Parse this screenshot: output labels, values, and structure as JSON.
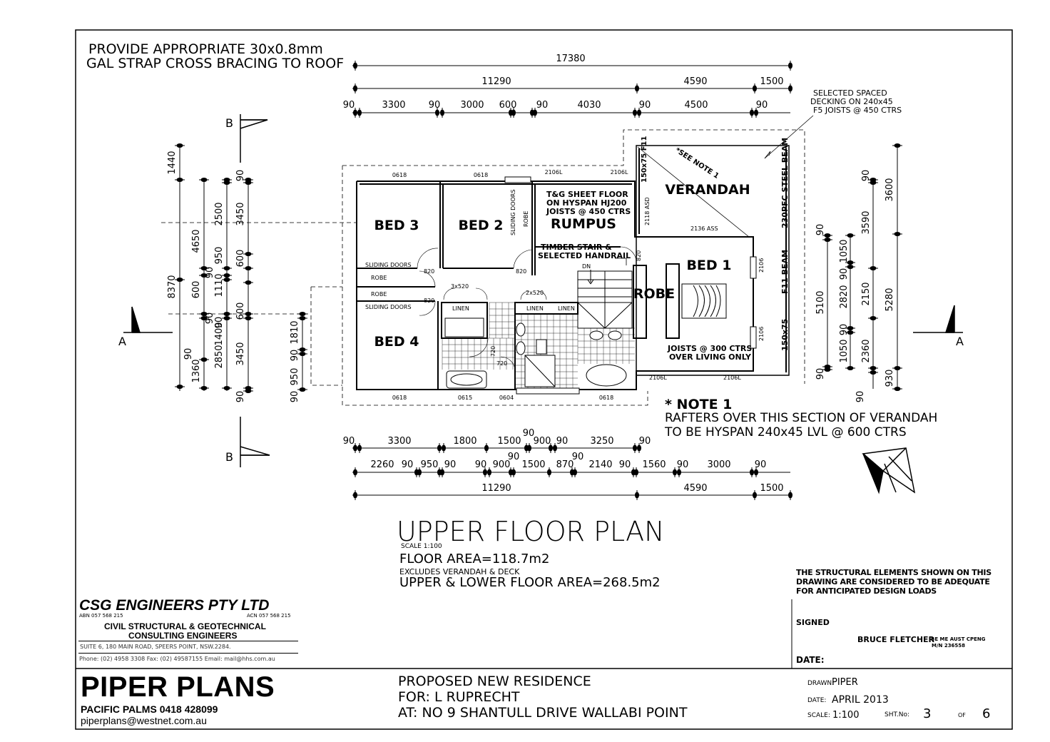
{
  "notes": {
    "bracing_line1": "PROVIDE APPROPRIATE 30x0.8mm",
    "bracing_line2": "GAL STRAP CROSS BRACING TO ROOF",
    "decking_line1": "SELECTED SPACED",
    "decking_line2": "DECKING ON 240x45",
    "decking_line3": "F5 JOISTS @ 450 CTRS",
    "note1_title": "* NOTE 1",
    "note1_line1": "RAFTERS OVER THIS SECTION OF VERANDAH",
    "note1_line2": "TO BE HYSPAN 240x45 LVL @ 600 CTRS",
    "see_note": "*SEE NOTE 1"
  },
  "dims_top": {
    "overall": "17380",
    "sub": [
      "11290",
      "4590",
      "1500"
    ],
    "detail": [
      "90",
      "3300",
      "90",
      "3000",
      "600",
      "90",
      "4030",
      "90",
      "4500",
      "90"
    ]
  },
  "dims_bottom": {
    "row1": [
      "90",
      "3300",
      "1800",
      "1500",
      "90",
      "900",
      "90",
      "3250",
      "90"
    ],
    "row2": [
      "2260",
      "90",
      "950",
      "90",
      "90",
      "900",
      "90",
      "1500",
      "870",
      "90",
      "2140",
      "90",
      "1560",
      "90",
      "3000",
      "90"
    ],
    "row3": [
      "11290",
      "4590",
      "1500"
    ]
  },
  "dims_left": {
    "overall": "8370",
    "col1": [
      "1440",
      "4650",
      "600",
      "1360"
    ],
    "col2": [
      "2500",
      "950",
      "90",
      "1110",
      "90",
      "1400",
      "90",
      "2850"
    ],
    "col3": [
      "90",
      "3450",
      "600",
      "90",
      "600",
      "3450",
      "90"
    ],
    "col4": [
      "1810",
      "90",
      "950",
      "90"
    ]
  },
  "dims_right": {
    "col1": [
      "90",
      "5100",
      "90"
    ],
    "col2": [
      "1050",
      "90",
      "2820",
      "90",
      "1050"
    ],
    "col3": [
      "90",
      "3590",
      "2150",
      "2360",
      "90"
    ],
    "col4": [
      "3600",
      "5280",
      "930"
    ]
  },
  "rooms": {
    "bed3": "BED 3",
    "bed2": "BED 2",
    "bed4": "BED 4",
    "bed1": "BED 1",
    "rumpus": "RUMPUS",
    "verandah": "VERANDAH",
    "robe": "ROBE",
    "rumpus_note1": "T&G SHEET FLOOR",
    "rumpus_note2": "ON HYSPAN HJ200",
    "rumpus_note3": "JOISTS @ 450 CTRS",
    "stair_note1": "TIMBER STAIR &",
    "stair_note2": "SELECTED HANDRAIL",
    "joists_note1": "JOISTS @ 300 CTRS",
    "joists_note2": "OVER LIVING ONLY",
    "steel_beam": "230PFC STEEL BEAM",
    "f11_beam": "F11 BEAM",
    "post1": "150x75 F11",
    "post2": "150x75",
    "dn": "DN"
  },
  "small_labels": {
    "w0618a": "0618",
    "w0618b": "0618",
    "w2106a": "2106L",
    "w2106b": "2106L",
    "sliding1": "SLIDING DOORS",
    "sliding2": "SLIDING DOORS",
    "sliding3": "SLIDING DOORS",
    "robe1": "ROBE",
    "robe2": "ROBE",
    "robe3": "ROBE",
    "d820a": "820",
    "d820b": "820",
    "d820c": "820",
    "d820d": "820",
    "linen1": "LINEN",
    "linen2": "LINEN",
    "linen3": "LINEN",
    "c3x520": "3x520",
    "c2x520": "2x520",
    "asd2118": "2118 ASD",
    "ass2136": "2136 ASS",
    "w2106c": "2106",
    "w2106d": "2106",
    "w2106e": "2106L",
    "w2106f": "2106L",
    "b0618a": "0618",
    "b0615": "0615",
    "b0604": "0604",
    "b0618b": "0618",
    "d720a": "720",
    "d720b": "720"
  },
  "sections": {
    "a": "A",
    "b": "B"
  },
  "plan_title": "UPPER FLOOR PLAN",
  "scale_text": "SCALE 1:100",
  "floor_area": "FLOOR AREA=118.7m2",
  "excludes": "EXCLUDES VERANDAH & DECK",
  "total_area": "UPPER & LOWER FLOOR AREA=268.5m2",
  "certification": {
    "line1": "THE STRUCTURAL ELEMENTS SHOWN ON THIS",
    "line2": "DRAWING ARE CONSIDERED TO BE ADEQUATE",
    "line3": "FOR ANTICIPATED DESIGN LOADS",
    "signed": "SIGNED",
    "engineer": "BRUCE FLETCHER",
    "quals1": "BE ME AUST CPENG",
    "quals2": "M/N 236558",
    "date": "DATE:"
  },
  "engineers": {
    "name": "CSG ENGINEERS PTY LTD",
    "abn": "ABN 057 568 215",
    "acn": "ACN 057 568 215",
    "desc1": "CIVIL STRUCTURAL & GEOTECHNICAL",
    "desc2": "CONSULTING ENGINEERS",
    "address": "SUITE 6, 180 MAIN ROAD, SPEERS POINT, NSW.2284.",
    "contact": "Phone: (02) 4958 3308 Fax: (02) 49587155 Email: mail@hhs.com.au"
  },
  "title_block": {
    "company": "PIPER PLANS",
    "phone": "PACIFIC PALMS 0418 428099",
    "email": "piperplans@westnet.com.au",
    "project1": "PROPOSED NEW RESIDENCE",
    "project2": "FOR: L RUPRECHT",
    "project3": "AT: NO 9 SHANTULL DRIVE WALLABI POINT",
    "drawn_label": "DRAWN:",
    "drawn_value": "PIPER",
    "date_label": "DATE:",
    "date_value": "APRIL 2013",
    "scale_label": "SCALE:",
    "scale_value": "1:100",
    "sheet_label": "SHT.No:",
    "sheet_no": "3",
    "of_label": "OF",
    "sheet_total": "6"
  }
}
